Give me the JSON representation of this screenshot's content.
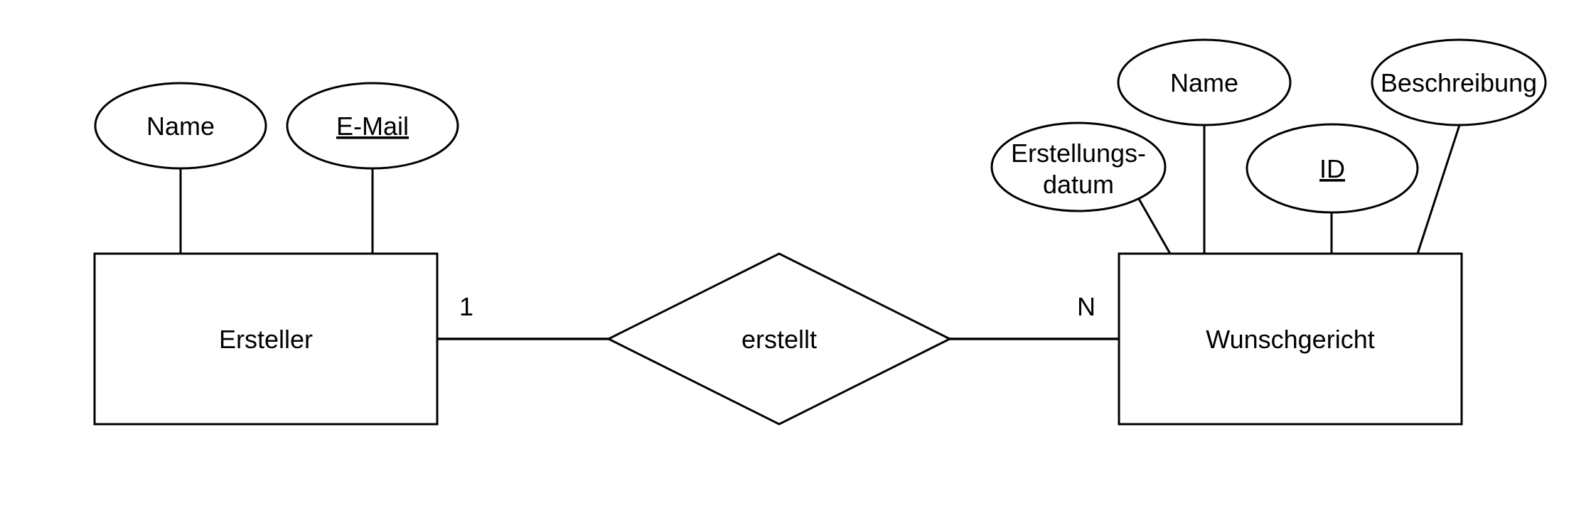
{
  "diagram": {
    "kind": "entity-relationship-diagram",
    "language": "de",
    "colors": {
      "background": "#ffffff",
      "stroke": "#000000",
      "text": "#000000"
    },
    "entities": {
      "ersteller": {
        "label": "Ersteller"
      },
      "wunschgericht": {
        "label": "Wunschgericht"
      }
    },
    "relationship": {
      "label": "erstellt",
      "left_cardinality": "1",
      "right_cardinality": "N",
      "connects": [
        "Ersteller",
        "Wunschgericht"
      ]
    },
    "attributes": {
      "ersteller_name": {
        "label": "Name",
        "is_key": false,
        "entity": "Ersteller"
      },
      "ersteller_email": {
        "label": "E-Mail",
        "is_key": true,
        "entity": "Ersteller"
      },
      "wunschgericht_erstellungsdatum": {
        "label_line1": "Erstellungs-",
        "label_line2": "datum",
        "is_key": false,
        "entity": "Wunschgericht"
      },
      "wunschgericht_name": {
        "label": "Name",
        "is_key": false,
        "entity": "Wunschgericht"
      },
      "wunschgericht_id": {
        "label": "ID",
        "is_key": true,
        "entity": "Wunschgericht"
      },
      "wunschgericht_beschreibung": {
        "label": "Beschreibung",
        "is_key": false,
        "entity": "Wunschgericht"
      }
    }
  }
}
